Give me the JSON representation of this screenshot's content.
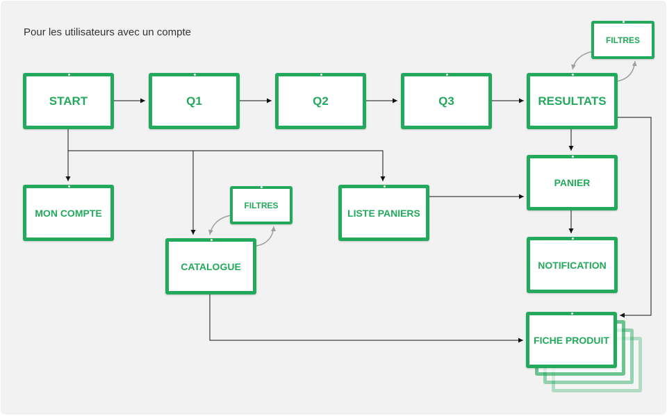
{
  "heading": "Pour les utilisateurs avec un compte",
  "nodes": {
    "start": "START",
    "q1": "Q1",
    "q2": "Q2",
    "q3": "Q3",
    "resultats": "RESULTATS",
    "filtres_resultats": "FILTRES",
    "mon_compte": "MON COMPTE",
    "filtres_catalogue": "FILTRES",
    "catalogue": "CATALOGUE",
    "liste_paniers": "LISTE PANIERS",
    "panier": "PANIER",
    "notification": "NOTIFICATION",
    "fiche_produit": "FICHE PRODUIT"
  },
  "colors": {
    "accent": "#22a95b",
    "background": "#f2f2f2",
    "connector": "#111111",
    "filter_connector": "#9e9e9e",
    "heading_text": "#333333"
  }
}
